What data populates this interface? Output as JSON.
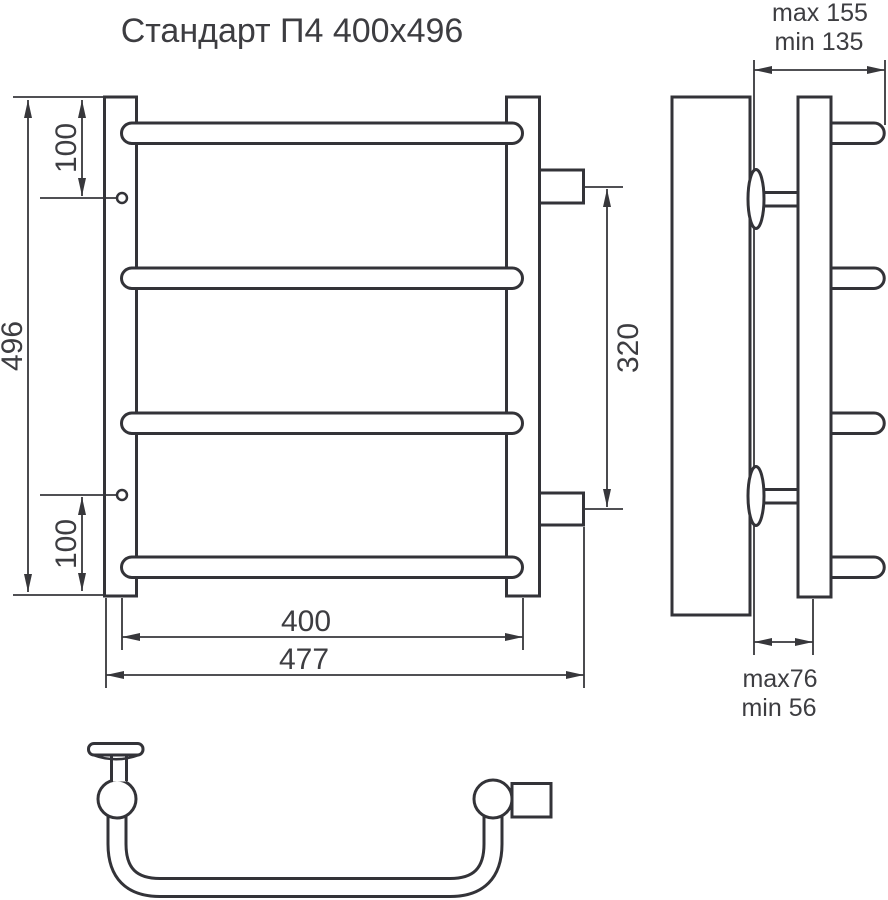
{
  "title": "Стандарт П4 400x496",
  "drawing": {
    "front_view": {
      "dim_height": "496",
      "dim_top_offset": "100",
      "dim_bottom_offset": "100",
      "dim_connection_spacing": "320",
      "dim_rail_width": "400",
      "dim_overall_width": "477"
    },
    "side_view": {
      "dim_depth_max": "max 155",
      "dim_depth_min": "min 135",
      "dim_wall_offset_max": "max76",
      "dim_wall_offset_min": "min 56"
    }
  },
  "colors": {
    "line": "#333338",
    "text": "#3d3d41",
    "wall_fill": "#ededed",
    "background": "#ffffff"
  }
}
